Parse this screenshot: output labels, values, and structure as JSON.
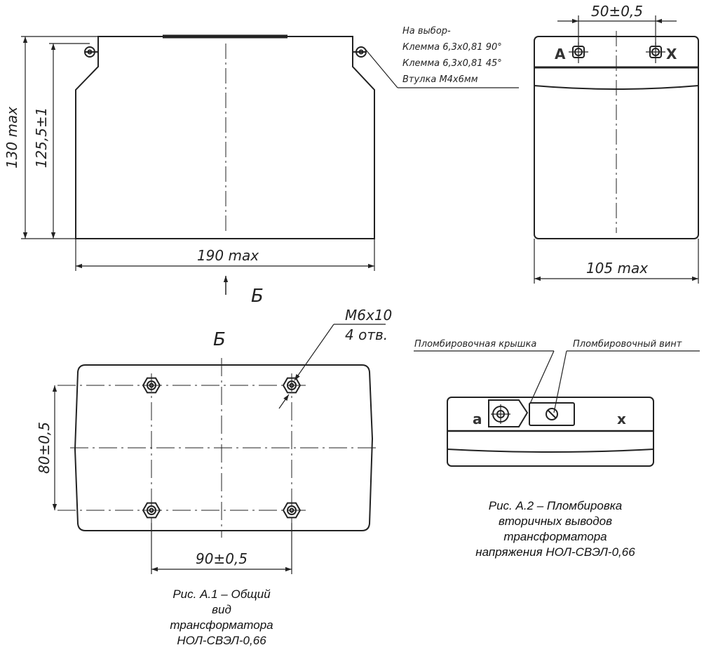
{
  "figure1": {
    "dims": {
      "height_total": "130 max",
      "height_body": "125,5±1",
      "width_total": "190 max",
      "mount_v": "80±0,5",
      "mount_h": "90±0,5"
    },
    "terminal_note": {
      "heading": "На выбор-",
      "options": [
        "Клемма 6,3х0,81 90°",
        "Клемма 6,3х0,81 45°",
        "Втулка М4х6мм"
      ]
    },
    "view_label": "Б",
    "view_label_bottom": "Б",
    "bolt_note": [
      "М6х10",
      "4 отв."
    ],
    "caption": [
      "Рис. А.1 – Общий",
      "вид",
      "трансформатора",
      "НОЛ-СВЭЛ-0,66"
    ]
  },
  "side_view": {
    "dim_top": "50±0,5",
    "dim_bottom": "105 max",
    "terminal_A": "А",
    "terminal_X": "Х"
  },
  "figure2": {
    "label_cover": "Пломбировочная крышка",
    "label_screw": "Пломбировочный винт",
    "terminal_a": "а",
    "terminal_x": "х",
    "caption": [
      "Рис. А.2 – Пломбировка",
      "вторичных выводов",
      "трансформатора",
      "напряжения НОЛ-СВЭЛ-0,66"
    ]
  }
}
